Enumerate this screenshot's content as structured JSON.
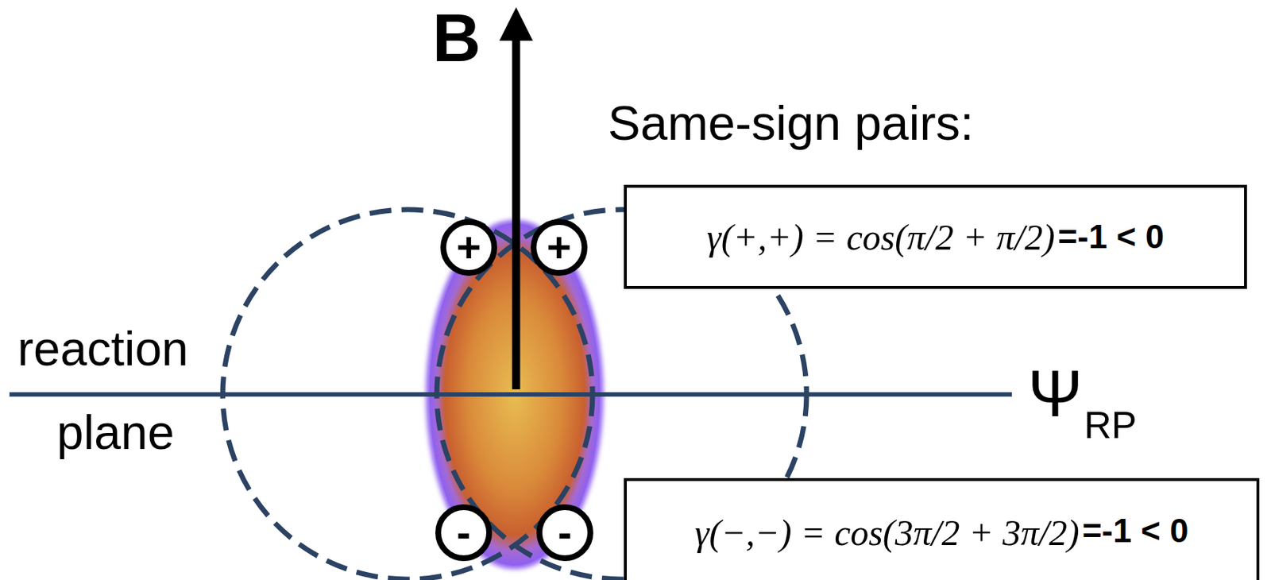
{
  "diagram": {
    "nodes": [
      {
        "text": [
          "+"
        ]
      },
      {
        "text": [
          "+"
        ]
      },
      {
        "text": [
          "γ(+,+) = cos(π/2 + π/2)",
          "=-1 < 0"
        ]
      },
      {
        "text": [
          "-"
        ]
      },
      {
        "text": [
          "-"
        ]
      },
      {
        "text": [
          "γ(−,−) = cos(3π/2 + 3π/2)",
          "=-1 < 0"
        ]
      }
    ],
    "labels": [
      "B",
      "Same-sign pairs:",
      "reaction",
      "plane",
      "Ψ",
      "RP"
    ]
  }
}
